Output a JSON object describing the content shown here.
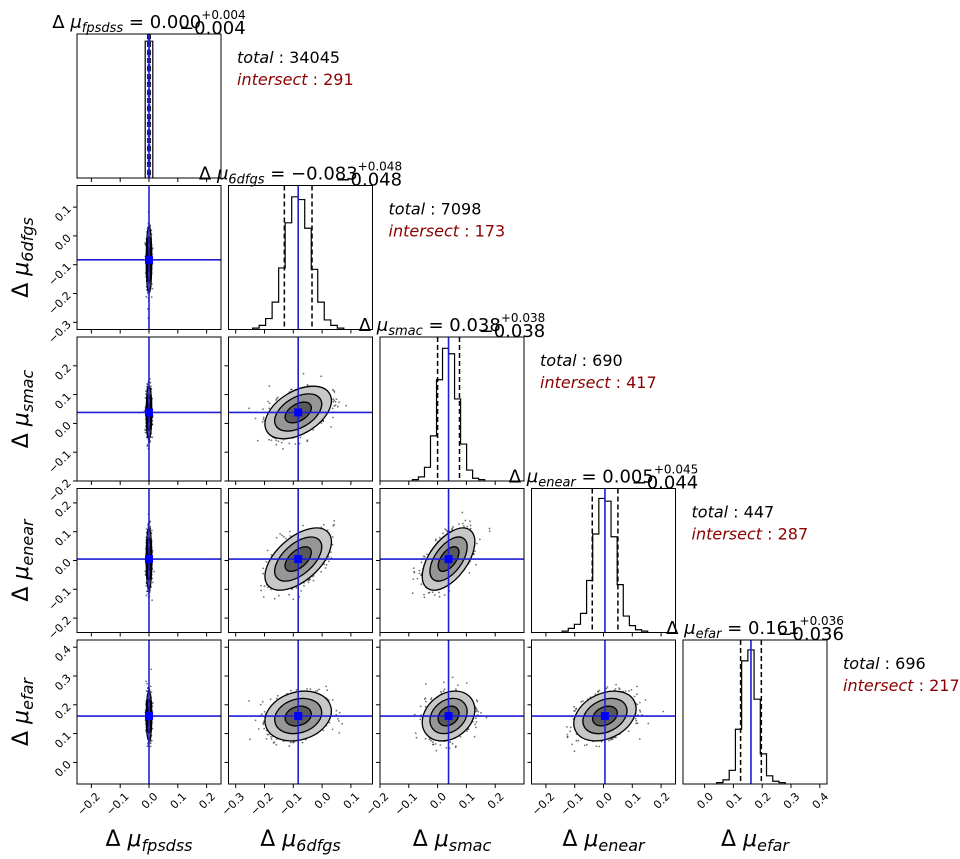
{
  "colors": {
    "truth_line": "#1f1fd6",
    "marker": "#0000ff",
    "intersect_text": "#8b0000",
    "total_text": "#000000",
    "contour_light": "#c8c8c8",
    "contour_mid": "#969696",
    "contour_dark": "#5a5a5a"
  },
  "chart_data": {
    "type": "corner",
    "parameters": [
      {
        "symbol": "Δ",
        "mu": "μ",
        "subscript": "fpsdss",
        "median": 0.0,
        "median_text": "0.000",
        "err_plus": "+0.004",
        "err_minus": "−0.004",
        "range": [
          -0.25,
          0.25
        ],
        "ticks": [
          -0.2,
          -0.1,
          0.0,
          0.1,
          0.2
        ],
        "tick_labels": [
          "−0.2",
          "−0.1",
          "0.0",
          "0.1",
          "0.2"
        ],
        "sigma": 0.004,
        "total_label": "total",
        "total": "34045",
        "intersect_label": "intersect",
        "intersect": "291",
        "histogram": [
          1.0
        ]
      },
      {
        "symbol": "Δ",
        "mu": "μ",
        "subscript": "6dfgs",
        "median": -0.083,
        "median_text": "−0.083",
        "err_plus": "+0.048",
        "err_minus": "−0.048",
        "range": [
          -0.325,
          0.175
        ],
        "ticks": [
          -0.3,
          -0.2,
          -0.1,
          0.0,
          0.1
        ],
        "tick_labels": [
          "−0.3",
          "−0.2",
          "−0.1",
          "0.0",
          "0.1"
        ],
        "sigma": 0.048,
        "total_label": "total",
        "total": "7098",
        "intersect_label": "intersect",
        "intersect": "173",
        "histogram": [
          0.01,
          0.03,
          0.08,
          0.2,
          0.45,
          0.78,
          0.97,
          0.95,
          0.74,
          0.44,
          0.2,
          0.07,
          0.03,
          0.01
        ]
      },
      {
        "symbol": "Δ",
        "mu": "μ",
        "subscript": "smac",
        "median": 0.038,
        "median_text": "0.038",
        "err_plus": "+0.038",
        "err_minus": "−0.038",
        "range": [
          -0.2,
          0.3
        ],
        "ticks": [
          -0.2,
          -0.1,
          0.0,
          0.1,
          0.2
        ],
        "tick_labels": [
          "−0.2",
          "−0.1",
          "0.0",
          "0.1",
          "0.2"
        ],
        "sigma": 0.038,
        "total_label": "total",
        "total": "690",
        "intersect_label": "intersect",
        "intersect": "417",
        "histogram": [
          0.01,
          0.03,
          0.1,
          0.33,
          0.74,
          0.97,
          0.93,
          0.6,
          0.27,
          0.08,
          0.02,
          0.01
        ]
      },
      {
        "symbol": "Δ",
        "mu": "μ",
        "subscript": "enear",
        "median": 0.005,
        "median_text": "0.005",
        "err_plus": "+0.045",
        "err_minus": "−0.044",
        "range": [
          -0.25,
          0.25
        ],
        "ticks": [
          -0.2,
          -0.1,
          0.0,
          0.1,
          0.2
        ],
        "tick_labels": [
          "−0.2",
          "−0.1",
          "0.0",
          "0.1",
          "0.2"
        ],
        "sigma": 0.045,
        "total_label": "total",
        "total": "447",
        "intersect_label": "intersect",
        "intersect": "287",
        "histogram": [
          0.01,
          0.03,
          0.06,
          0.14,
          0.38,
          0.72,
          0.98,
          0.96,
          0.7,
          0.35,
          0.12,
          0.05,
          0.02,
          0.01
        ]
      },
      {
        "symbol": "Δ",
        "mu": "μ",
        "subscript": "efar",
        "median": 0.161,
        "median_text": "0.161",
        "err_plus": "+0.036",
        "err_minus": "−0.036",
        "range": [
          -0.075,
          0.425
        ],
        "ticks": [
          0.0,
          0.1,
          0.2,
          0.3,
          0.4
        ],
        "tick_labels": [
          "0.0",
          "0.1",
          "0.2",
          "0.3",
          "0.4"
        ],
        "sigma": 0.036,
        "total_label": "total",
        "total": "696",
        "intersect_label": "intersect",
        "intersect": "217",
        "histogram": [
          0.01,
          0.03,
          0.1,
          0.4,
          0.9,
          0.98,
          0.62,
          0.22,
          0.06,
          0.02,
          0.01
        ]
      }
    ],
    "correlations": [
      [
        1.0,
        0.0,
        0.0,
        0.0,
        0.0
      ],
      [
        0.0,
        1.0,
        0.45,
        0.55,
        0.2
      ],
      [
        0.0,
        0.45,
        1.0,
        0.55,
        0.25
      ],
      [
        0.0,
        0.55,
        0.55,
        1.0,
        0.3
      ],
      [
        0.0,
        0.2,
        0.25,
        0.3,
        1.0
      ]
    ]
  }
}
